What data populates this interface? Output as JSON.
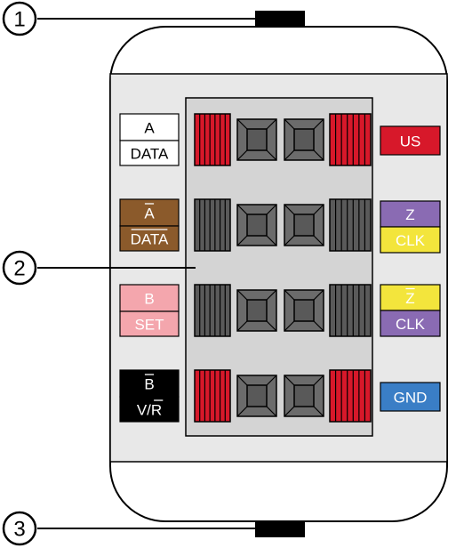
{
  "callouts": [
    {
      "number": "1"
    },
    {
      "number": "2"
    },
    {
      "number": "3"
    }
  ],
  "left_labels": [
    {
      "top": "A",
      "bottom": "DATA",
      "top_bar": false,
      "bottom_bar": false,
      "top_bg": "#ffffff",
      "bottom_bg": "#ffffff",
      "top_fg": "#000000",
      "bottom_fg": "#000000"
    },
    {
      "top": "A",
      "bottom": "DATA",
      "top_bar": true,
      "bottom_bar": true,
      "top_bg": "#8b5a2b",
      "bottom_bg": "#8b5a2b",
      "top_fg": "#ffffff",
      "bottom_fg": "#ffffff"
    },
    {
      "top": "B",
      "bottom": "SET",
      "top_bar": false,
      "bottom_bar": false,
      "top_bg": "#f4a6ad",
      "bottom_bg": "#f4a6ad",
      "top_fg": "#ffffff",
      "bottom_fg": "#ffffff"
    },
    {
      "top": "B",
      "bottom": "V/R",
      "top_bar": true,
      "bottom_bar": "R",
      "top_bg": "#000000",
      "bottom_bg": "#000000",
      "top_fg": "#ffffff",
      "bottom_fg": "#ffffff"
    }
  ],
  "right_labels": [
    {
      "top": "US",
      "bottom": null,
      "top_bar": false,
      "top_bg": "#d7182a",
      "bottom_bg": null,
      "top_fg": "#ffffff",
      "bottom_fg": null
    },
    {
      "top": "Z",
      "bottom": "CLK",
      "top_bar": false,
      "top_bg": "#8a6bb3",
      "bottom_bg": "#f3e53c",
      "top_fg": "#ffffff",
      "bottom_fg": "#ffffff"
    },
    {
      "top": "Z",
      "bottom": "CLK",
      "top_bar": true,
      "top_bg": "#f3e53c",
      "bottom_bg": "#8a6bb3",
      "top_fg": "#ffffff",
      "bottom_fg": "#ffffff"
    },
    {
      "top": "GND",
      "bottom": null,
      "top_bar": false,
      "top_bg": "#3a7ec6",
      "bottom_bg": null,
      "top_fg": "#ffffff",
      "bottom_fg": null
    }
  ],
  "terminal_rows": [
    {
      "outer_color": "#d7182a"
    },
    {
      "outer_color": "#5a5a5a"
    },
    {
      "outer_color": "#5a5a5a"
    },
    {
      "outer_color": "#d7182a"
    }
  ],
  "colors": {
    "housing_fill": "#ffffff",
    "panel_fill": "#e8e8e8",
    "block_fill": "#d4d4d4",
    "square_fill": "#6b6b6b",
    "square_inner": "#595959",
    "outline": "#000000"
  }
}
